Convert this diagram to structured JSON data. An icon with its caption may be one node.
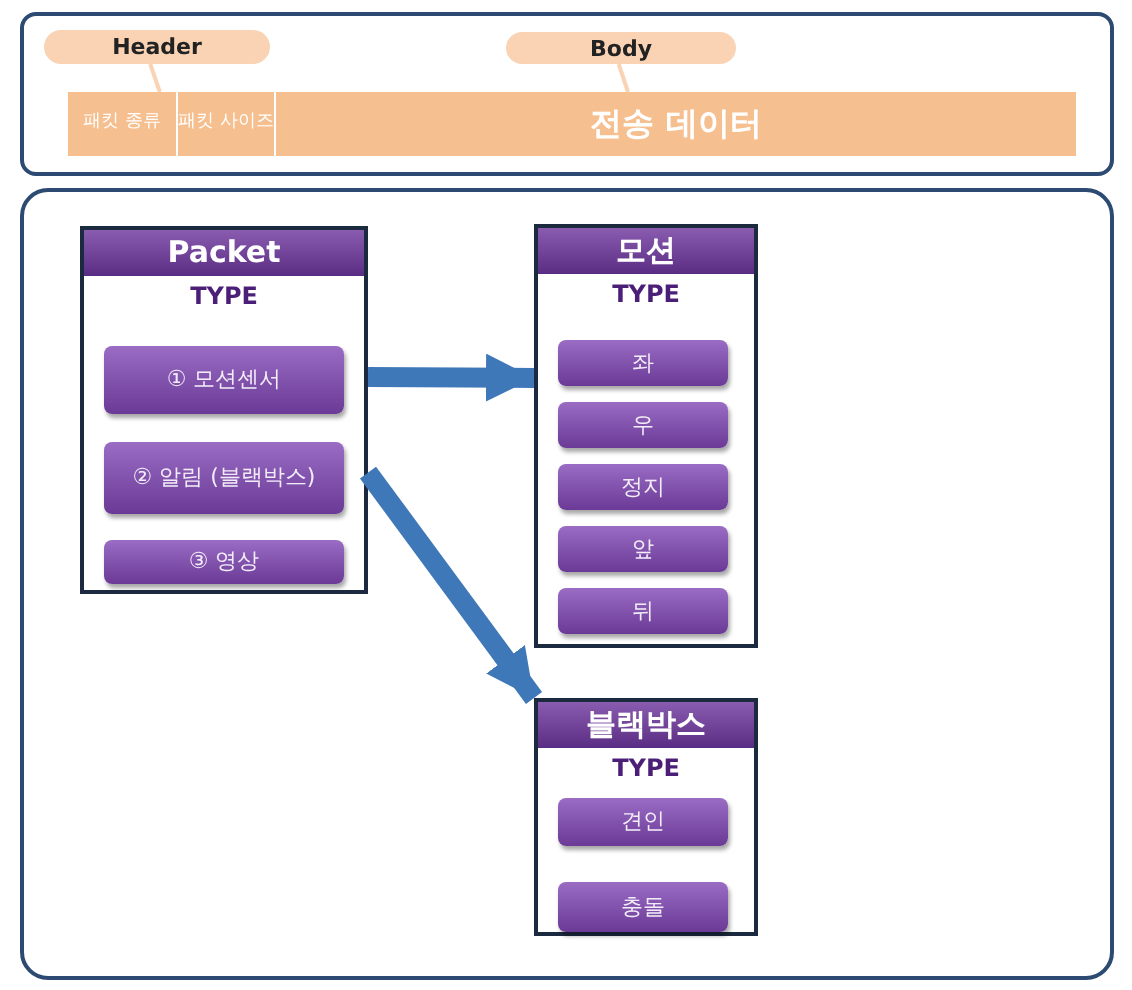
{
  "diagram": {
    "nodes": [
      {
        "text": [],
        "shape": "box"
      },
      {
        "text": [
          "Header"
        ],
        "in": 0
      },
      {
        "text": [
          "Body"
        ],
        "in": 0
      },
      {
        "text": [
          "패킷 종류"
        ],
        "in": 0
      },
      {
        "text": [
          "패킷 사이즈"
        ],
        "in": 0
      },
      {
        "text": [
          "전송 데이터"
        ],
        "in": 0
      },
      {
        "text": [],
        "shape": "box"
      },
      {
        "text": [
          "TYPE"
        ],
        "in": 6
      },
      {
        "text": [
          "Packet"
        ],
        "in": 7
      },
      {
        "text": [
          "① 모션센서"
        ],
        "in": 7
      },
      {
        "text": [
          "② 알림 (블랙박스)"
        ],
        "in": 7
      },
      {
        "text": [
          "③ 영상"
        ],
        "in": 7
      },
      {
        "text": [
          "TYPE"
        ],
        "in": 6
      },
      {
        "text": [
          "모션"
        ],
        "in": 12
      },
      {
        "text": [
          "좌"
        ],
        "in": 12
      },
      {
        "text": [
          "우"
        ],
        "in": 12
      },
      {
        "text": [
          "정지"
        ],
        "in": 12
      },
      {
        "text": [
          "앞"
        ],
        "in": 12
      },
      {
        "text": [
          "뒤"
        ],
        "in": 12
      },
      {
        "text": [
          "TYPE"
        ],
        "in": 6
      },
      {
        "text": [
          "블랙박스"
        ],
        "in": 19
      },
      {
        "text": [
          "견인"
        ],
        "in": 19
      },
      {
        "text": [
          "충돌"
        ],
        "in": 19
      }
    ],
    "edges": [
      {
        "from": 1,
        "to": 3,
        "arrow": "none",
        "color": "#f9d3b3"
      },
      {
        "from": 2,
        "to": 5,
        "arrow": "none",
        "color": "#f9d3b3"
      },
      {
        "from": 7,
        "to": 12,
        "arrow": "to",
        "style": "thick",
        "color": "#3f78b8"
      },
      {
        "from": 7,
        "to": 19,
        "arrow": "to",
        "style": "thick",
        "color": "#3f78b8"
      }
    ]
  }
}
